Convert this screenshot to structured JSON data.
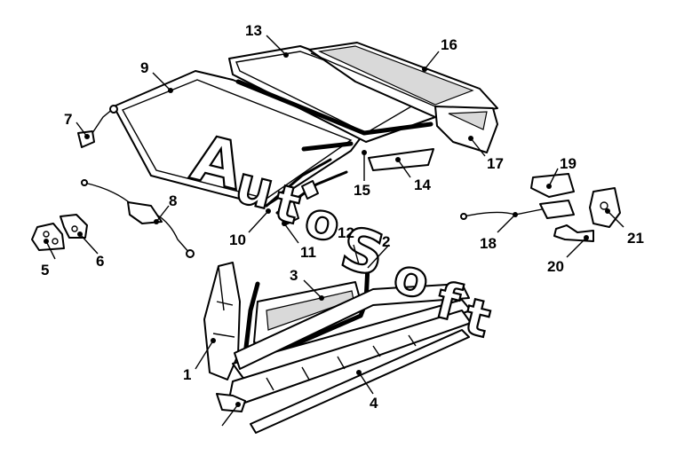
{
  "watermark": {
    "text": "AutoSoft",
    "chars": [
      "A",
      "u",
      "t",
      "o",
      "S",
      "o",
      "f",
      "t"
    ]
  },
  "callouts": [
    "1",
    "2",
    "3",
    "4",
    "5",
    "6",
    "7",
    "8",
    "9",
    "10",
    "11",
    "12",
    "13",
    "14",
    "15",
    "16",
    "17",
    "18",
    "19",
    "20",
    "21"
  ]
}
